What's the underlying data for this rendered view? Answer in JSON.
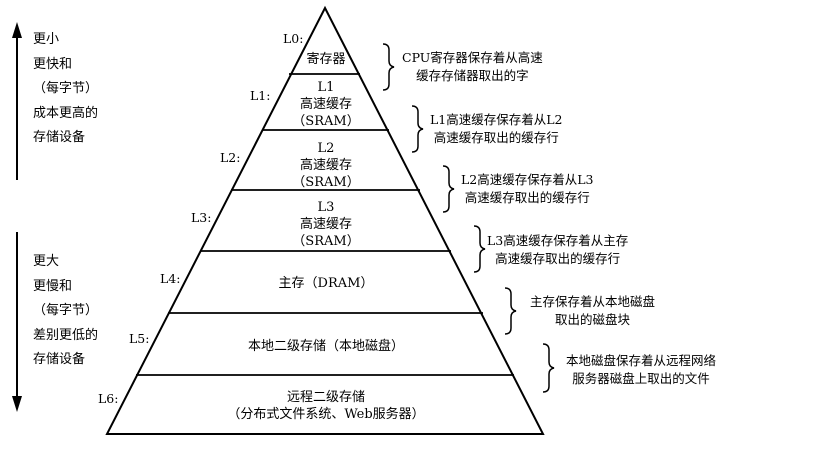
{
  "left_top": {
    "lines": [
      "更小",
      "更快和",
      "（每字节）",
      "成本更高的",
      "存储设备"
    ]
  },
  "left_bottom": {
    "lines": [
      "更大",
      "更慢和",
      "（每字节）",
      "差别更低的",
      "存储设备"
    ]
  },
  "levels": [
    {
      "tag": "L0:",
      "lines": [
        "寄存器"
      ],
      "desc": [
        "CPU寄存器保存着从高速",
        "缓存存储器取出的字"
      ]
    },
    {
      "tag": "L1:",
      "lines": [
        "L1",
        "高速缓存",
        "（SRAM）"
      ],
      "desc": [
        "L1高速缓存保存着从L2",
        "高速缓存取出的缓存行"
      ]
    },
    {
      "tag": "L2:",
      "lines": [
        "L2",
        "高速缓存",
        "（SRAM）"
      ],
      "desc": [
        "L2高速缓存保存着从L3",
        "高速缓存取出的缓存行"
      ]
    },
    {
      "tag": "L3:",
      "lines": [
        "L3",
        "高速缓存",
        "（SRAM）"
      ],
      "desc": [
        "L3高速缓存保存着从主存",
        "高速缓存取出的缓存行"
      ]
    },
    {
      "tag": "L4:",
      "lines": [
        "主存（DRAM）"
      ],
      "desc": [
        "主存保存着从本地磁盘",
        "取出的磁盘块"
      ]
    },
    {
      "tag": "L5:",
      "lines": [
        "本地二级存储（本地磁盘）"
      ],
      "desc": [
        "本地磁盘保存着从远程网络",
        "服务器磁盘上取出的文件"
      ]
    },
    {
      "tag": "L6:",
      "lines": [
        "远程二级存储",
        "（分布式文件系统、Web服务器）"
      ],
      "desc": []
    }
  ]
}
